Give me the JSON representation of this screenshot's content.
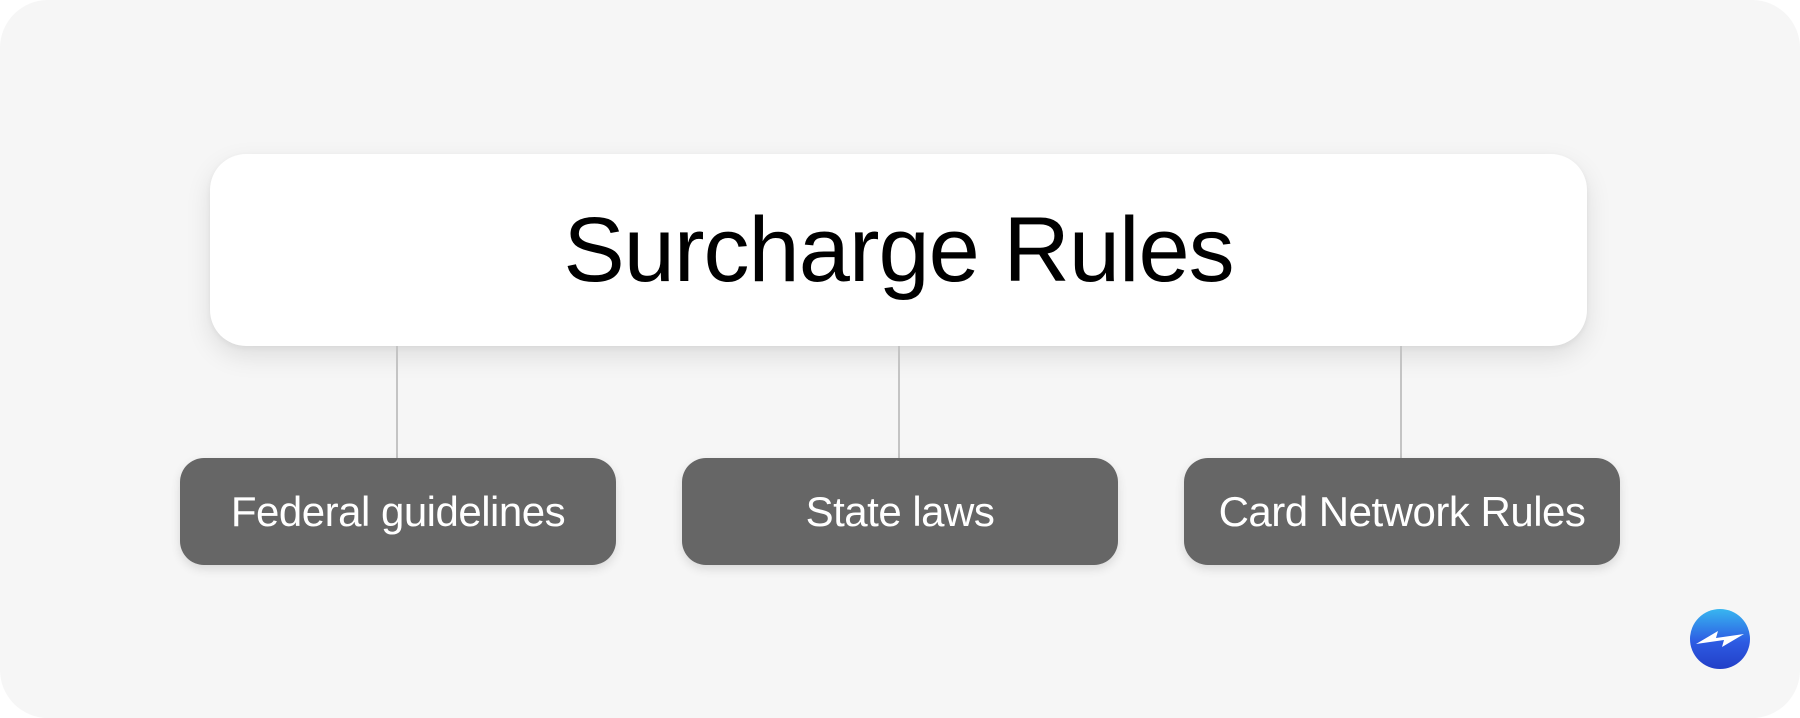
{
  "diagram": {
    "root": {
      "label": "Surcharge Rules"
    },
    "children": [
      {
        "label": "Federal guidelines"
      },
      {
        "label": "State laws"
      },
      {
        "label": "Card Network Rules"
      }
    ]
  },
  "colors": {
    "background": "#f6f6f6",
    "root_box": "#ffffff",
    "child_box": "#666666",
    "connector": "#c4c4c4",
    "logo_primary": "#2d5be3",
    "logo_accent": "#38b6f0"
  },
  "logo": {
    "icon": "lightning-bolt-logo-icon"
  }
}
